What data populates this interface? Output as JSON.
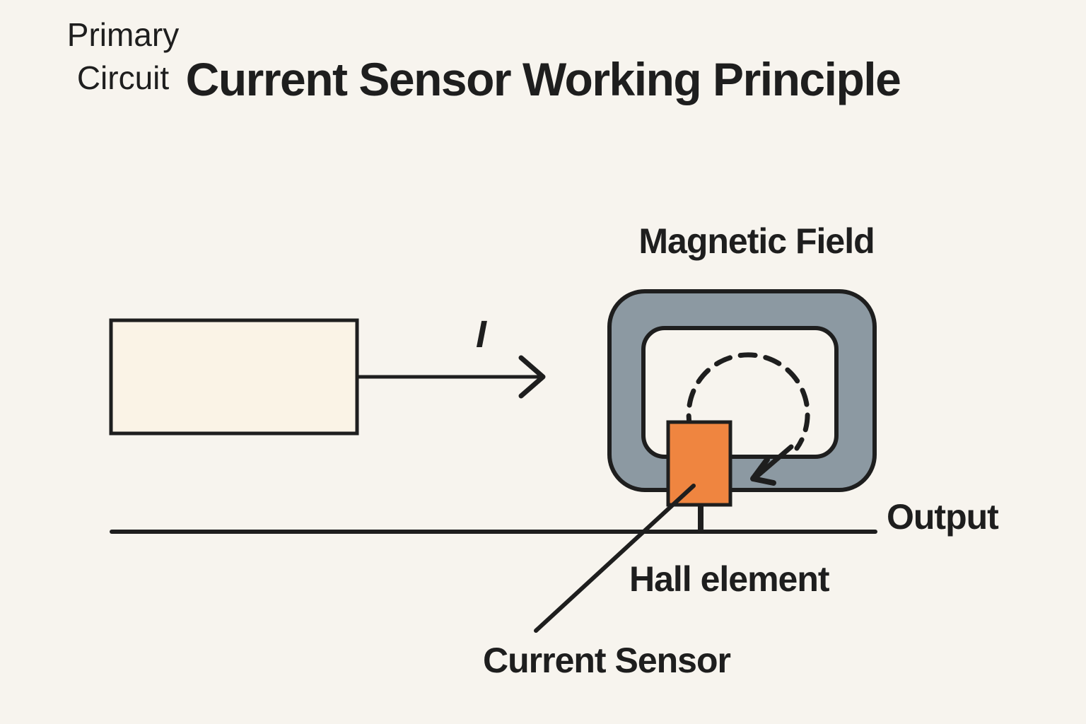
{
  "title": "Current Sensor Working Principle",
  "labels": {
    "primary_circuit_line1": "Primary",
    "primary_circuit_line2": "Circuit",
    "current_symbol": "I",
    "magnetic_field": "Magnetic Field",
    "output": "Output",
    "hall_element": "Hall element",
    "current_sensor": "Current Sensor"
  },
  "colors": {
    "bg": "#F7F4EE",
    "ink": "#1E1E1E",
    "box": "#FAF3E6",
    "core": "#8C99A2",
    "hole": "#F7F4EE",
    "hall": "#EF8540"
  },
  "icons": {
    "current_arrow": "right-arrow",
    "field_circulation": "dashed-circle-arrow"
  }
}
